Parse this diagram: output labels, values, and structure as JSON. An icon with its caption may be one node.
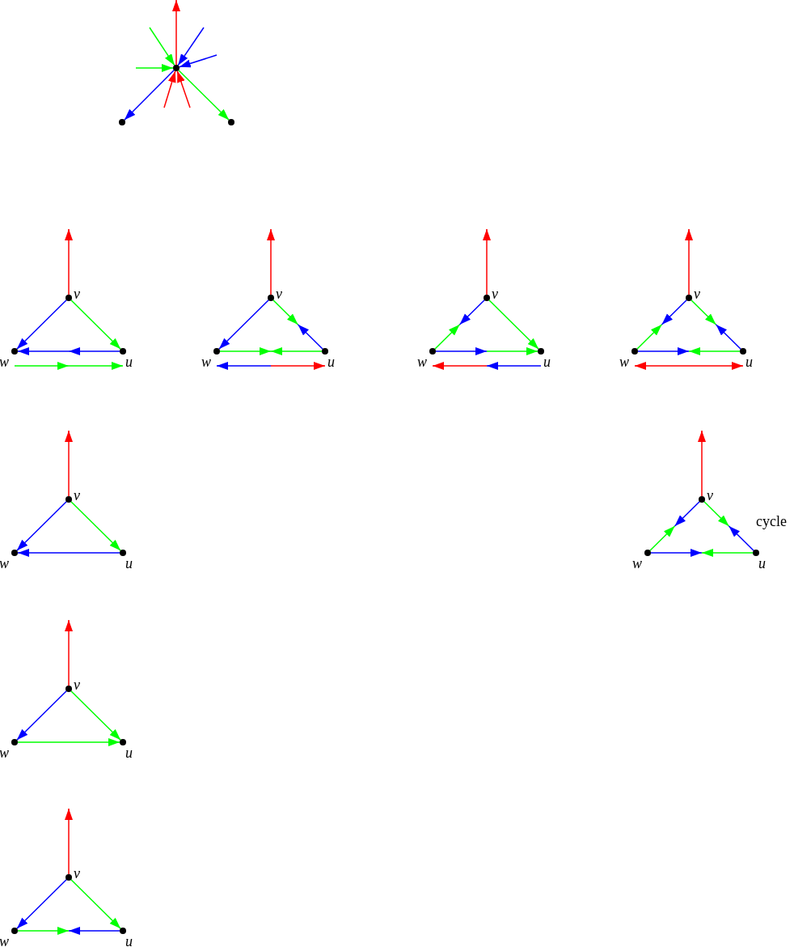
{
  "diagram": {
    "nodes": [
      {
        "text": [],
        "shape": "circle"
      },
      {
        "text": [],
        "shape": "circle"
      },
      {
        "text": [],
        "shape": "circle"
      },
      {
        "text": [],
        "shape": "circle",
        "beside": [
          "v"
        ]
      },
      {
        "text": [],
        "shape": "circle",
        "beside": [
          "w"
        ]
      },
      {
        "text": [],
        "shape": "circle",
        "beside": [
          "u"
        ]
      },
      {
        "text": [],
        "shape": "circle",
        "beside": [
          "v"
        ]
      },
      {
        "text": [],
        "shape": "circle",
        "beside": [
          "w"
        ]
      },
      {
        "text": [],
        "shape": "circle",
        "beside": [
          "u"
        ]
      },
      {
        "text": [],
        "shape": "circle",
        "beside": [
          "v"
        ]
      },
      {
        "text": [],
        "shape": "circle",
        "beside": [
          "w"
        ]
      },
      {
        "text": [],
        "shape": "circle",
        "beside": [
          "u"
        ]
      },
      {
        "text": [],
        "shape": "circle",
        "beside": [
          "v"
        ]
      },
      {
        "text": [],
        "shape": "circle",
        "beside": [
          "w"
        ]
      },
      {
        "text": [],
        "shape": "circle",
        "beside": [
          "u"
        ]
      },
      {
        "text": [],
        "shape": "circle",
        "beside": [
          "v"
        ]
      },
      {
        "text": [],
        "shape": "circle",
        "beside": [
          "w"
        ]
      },
      {
        "text": [],
        "shape": "circle",
        "beside": [
          "u"
        ]
      },
      {
        "text": [],
        "shape": "circle",
        "beside": [
          "v"
        ]
      },
      {
        "text": [],
        "shape": "circle",
        "beside": [
          "w"
        ]
      },
      {
        "text": [],
        "shape": "circle",
        "beside": [
          "u"
        ]
      },
      {
        "text": [],
        "shape": "circle",
        "beside": [
          "v"
        ]
      },
      {
        "text": [],
        "shape": "circle",
        "beside": [
          "w"
        ]
      },
      {
        "text": [],
        "shape": "circle",
        "beside": [
          "u"
        ]
      },
      {
        "text": [],
        "shape": "circle",
        "beside": [
          "v"
        ]
      },
      {
        "text": [],
        "shape": "circle",
        "beside": [
          "w"
        ]
      },
      {
        "text": [],
        "shape": "circle",
        "beside": [
          "u"
        ]
      }
    ],
    "edges": [
      {
        "from": 0,
        "to": null,
        "arrow": "to",
        "color": "#ff0000"
      },
      {
        "from": null,
        "to": 0,
        "arrow": "to",
        "color": "#00ff00"
      },
      {
        "from": null,
        "to": 0,
        "arrow": "to",
        "color": "#0000ff"
      },
      {
        "from": null,
        "to": 0,
        "arrow": "to",
        "color": "#0000ff"
      },
      {
        "from": null,
        "to": 0,
        "arrow": "to",
        "color": "#00ff00"
      },
      {
        "from": null,
        "to": 0,
        "arrow": "to",
        "color": "#ff0000"
      },
      {
        "from": null,
        "to": 0,
        "arrow": "to",
        "color": "#ff0000"
      },
      {
        "from": 0,
        "to": 1,
        "arrow": "to",
        "color": "#0000ff"
      },
      {
        "from": 0,
        "to": 2,
        "arrow": "to",
        "color": "#00ff00"
      },
      {
        "from": 3,
        "to": null,
        "arrow": "to",
        "color": "#ff0000"
      },
      {
        "from": 3,
        "to": 4,
        "arrow": "to",
        "color": "#0000ff"
      },
      {
        "from": 3,
        "to": 5,
        "arrow": "to",
        "color": "#00ff00"
      },
      {
        "from": 5,
        "to": 4,
        "arrow": "to",
        "color": "#0000ff"
      },
      {
        "from": 4,
        "to": 5,
        "arrow": "to",
        "color": "#00ff00"
      },
      {
        "from": 6,
        "to": null,
        "arrow": "to",
        "color": "#ff0000"
      },
      {
        "from": 6,
        "to": 7,
        "arrow": "to",
        "color": "#0000ff"
      },
      {
        "from": 6,
        "to": null,
        "arrow": "to",
        "color": "#00ff00"
      },
      {
        "from": 8,
        "to": null,
        "arrow": "to",
        "color": "#0000ff"
      },
      {
        "from": 7,
        "to": null,
        "arrow": "to",
        "color": "#00ff00"
      },
      {
        "from": 8,
        "to": null,
        "arrow": "to",
        "color": "#00ff00"
      },
      {
        "from": null,
        "to": 7,
        "arrow": "to",
        "color": "#0000ff"
      },
      {
        "from": null,
        "to": 8,
        "arrow": "to",
        "color": "#ff0000"
      },
      {
        "from": 9,
        "to": null,
        "arrow": "to",
        "color": "#ff0000"
      },
      {
        "from": 9,
        "to": null,
        "arrow": "to",
        "color": "#0000ff"
      },
      {
        "from": 10,
        "to": null,
        "arrow": "to",
        "color": "#00ff00"
      },
      {
        "from": 9,
        "to": 11,
        "arrow": "to",
        "color": "#00ff00"
      },
      {
        "from": 10,
        "to": null,
        "arrow": "to",
        "color": "#0000ff"
      },
      {
        "from": null,
        "to": 11,
        "arrow": "to",
        "color": "#00ff00"
      },
      {
        "from": null,
        "to": 10,
        "arrow": "to",
        "color": "#ff0000"
      },
      {
        "from": 11,
        "to": null,
        "arrow": "to",
        "color": "#0000ff"
      },
      {
        "from": 12,
        "to": null,
        "arrow": "to",
        "color": "#ff0000"
      },
      {
        "from": 12,
        "to": null,
        "arrow": "to",
        "color": "#0000ff"
      },
      {
        "from": 13,
        "to": null,
        "arrow": "to",
        "color": "#00ff00"
      },
      {
        "from": 12,
        "to": null,
        "arrow": "to",
        "color": "#00ff00"
      },
      {
        "from": 14,
        "to": null,
        "arrow": "to",
        "color": "#0000ff"
      },
      {
        "from": 13,
        "to": null,
        "arrow": "to",
        "color": "#0000ff"
      },
      {
        "from": 14,
        "to": null,
        "arrow": "to",
        "color": "#00ff00"
      },
      {
        "from": 13,
        "to": 14,
        "arrow": "both",
        "color": "#ff0000"
      },
      {
        "from": 15,
        "to": null,
        "arrow": "to",
        "color": "#ff0000"
      },
      {
        "from": 15,
        "to": 16,
        "arrow": "to",
        "color": "#0000ff"
      },
      {
        "from": 15,
        "to": 17,
        "arrow": "to",
        "color": "#00ff00"
      },
      {
        "from": 17,
        "to": 16,
        "arrow": "to",
        "color": "#0000ff"
      },
      {
        "from": 18,
        "to": null,
        "arrow": "to",
        "color": "#ff0000"
      },
      {
        "from": 18,
        "to": null,
        "arrow": "to",
        "color": "#0000ff"
      },
      {
        "from": 19,
        "to": null,
        "arrow": "to",
        "color": "#00ff00"
      },
      {
        "from": 18,
        "to": null,
        "arrow": "to",
        "color": "#00ff00"
      },
      {
        "from": 20,
        "to": null,
        "arrow": "to",
        "color": "#0000ff"
      },
      {
        "from": 19,
        "to": null,
        "arrow": "to",
        "color": "#0000ff"
      },
      {
        "from": 20,
        "to": null,
        "arrow": "to",
        "color": "#00ff00"
      },
      {
        "from": 21,
        "to": null,
        "arrow": "to",
        "color": "#ff0000"
      },
      {
        "from": 21,
        "to": 22,
        "arrow": "to",
        "color": "#0000ff"
      },
      {
        "from": 21,
        "to": 23,
        "arrow": "to",
        "color": "#00ff00"
      },
      {
        "from": 22,
        "to": 23,
        "arrow": "to",
        "color": "#00ff00"
      },
      {
        "from": 24,
        "to": null,
        "arrow": "to",
        "color": "#ff0000"
      },
      {
        "from": 24,
        "to": 25,
        "arrow": "to",
        "color": "#0000ff"
      },
      {
        "from": 24,
        "to": 26,
        "arrow": "to",
        "color": "#00ff00"
      },
      {
        "from": 25,
        "to": null,
        "arrow": "to",
        "color": "#00ff00"
      },
      {
        "from": 26,
        "to": null,
        "arrow": "to",
        "color": "#0000ff"
      }
    ],
    "labels": [
      "cycle"
    ]
  }
}
